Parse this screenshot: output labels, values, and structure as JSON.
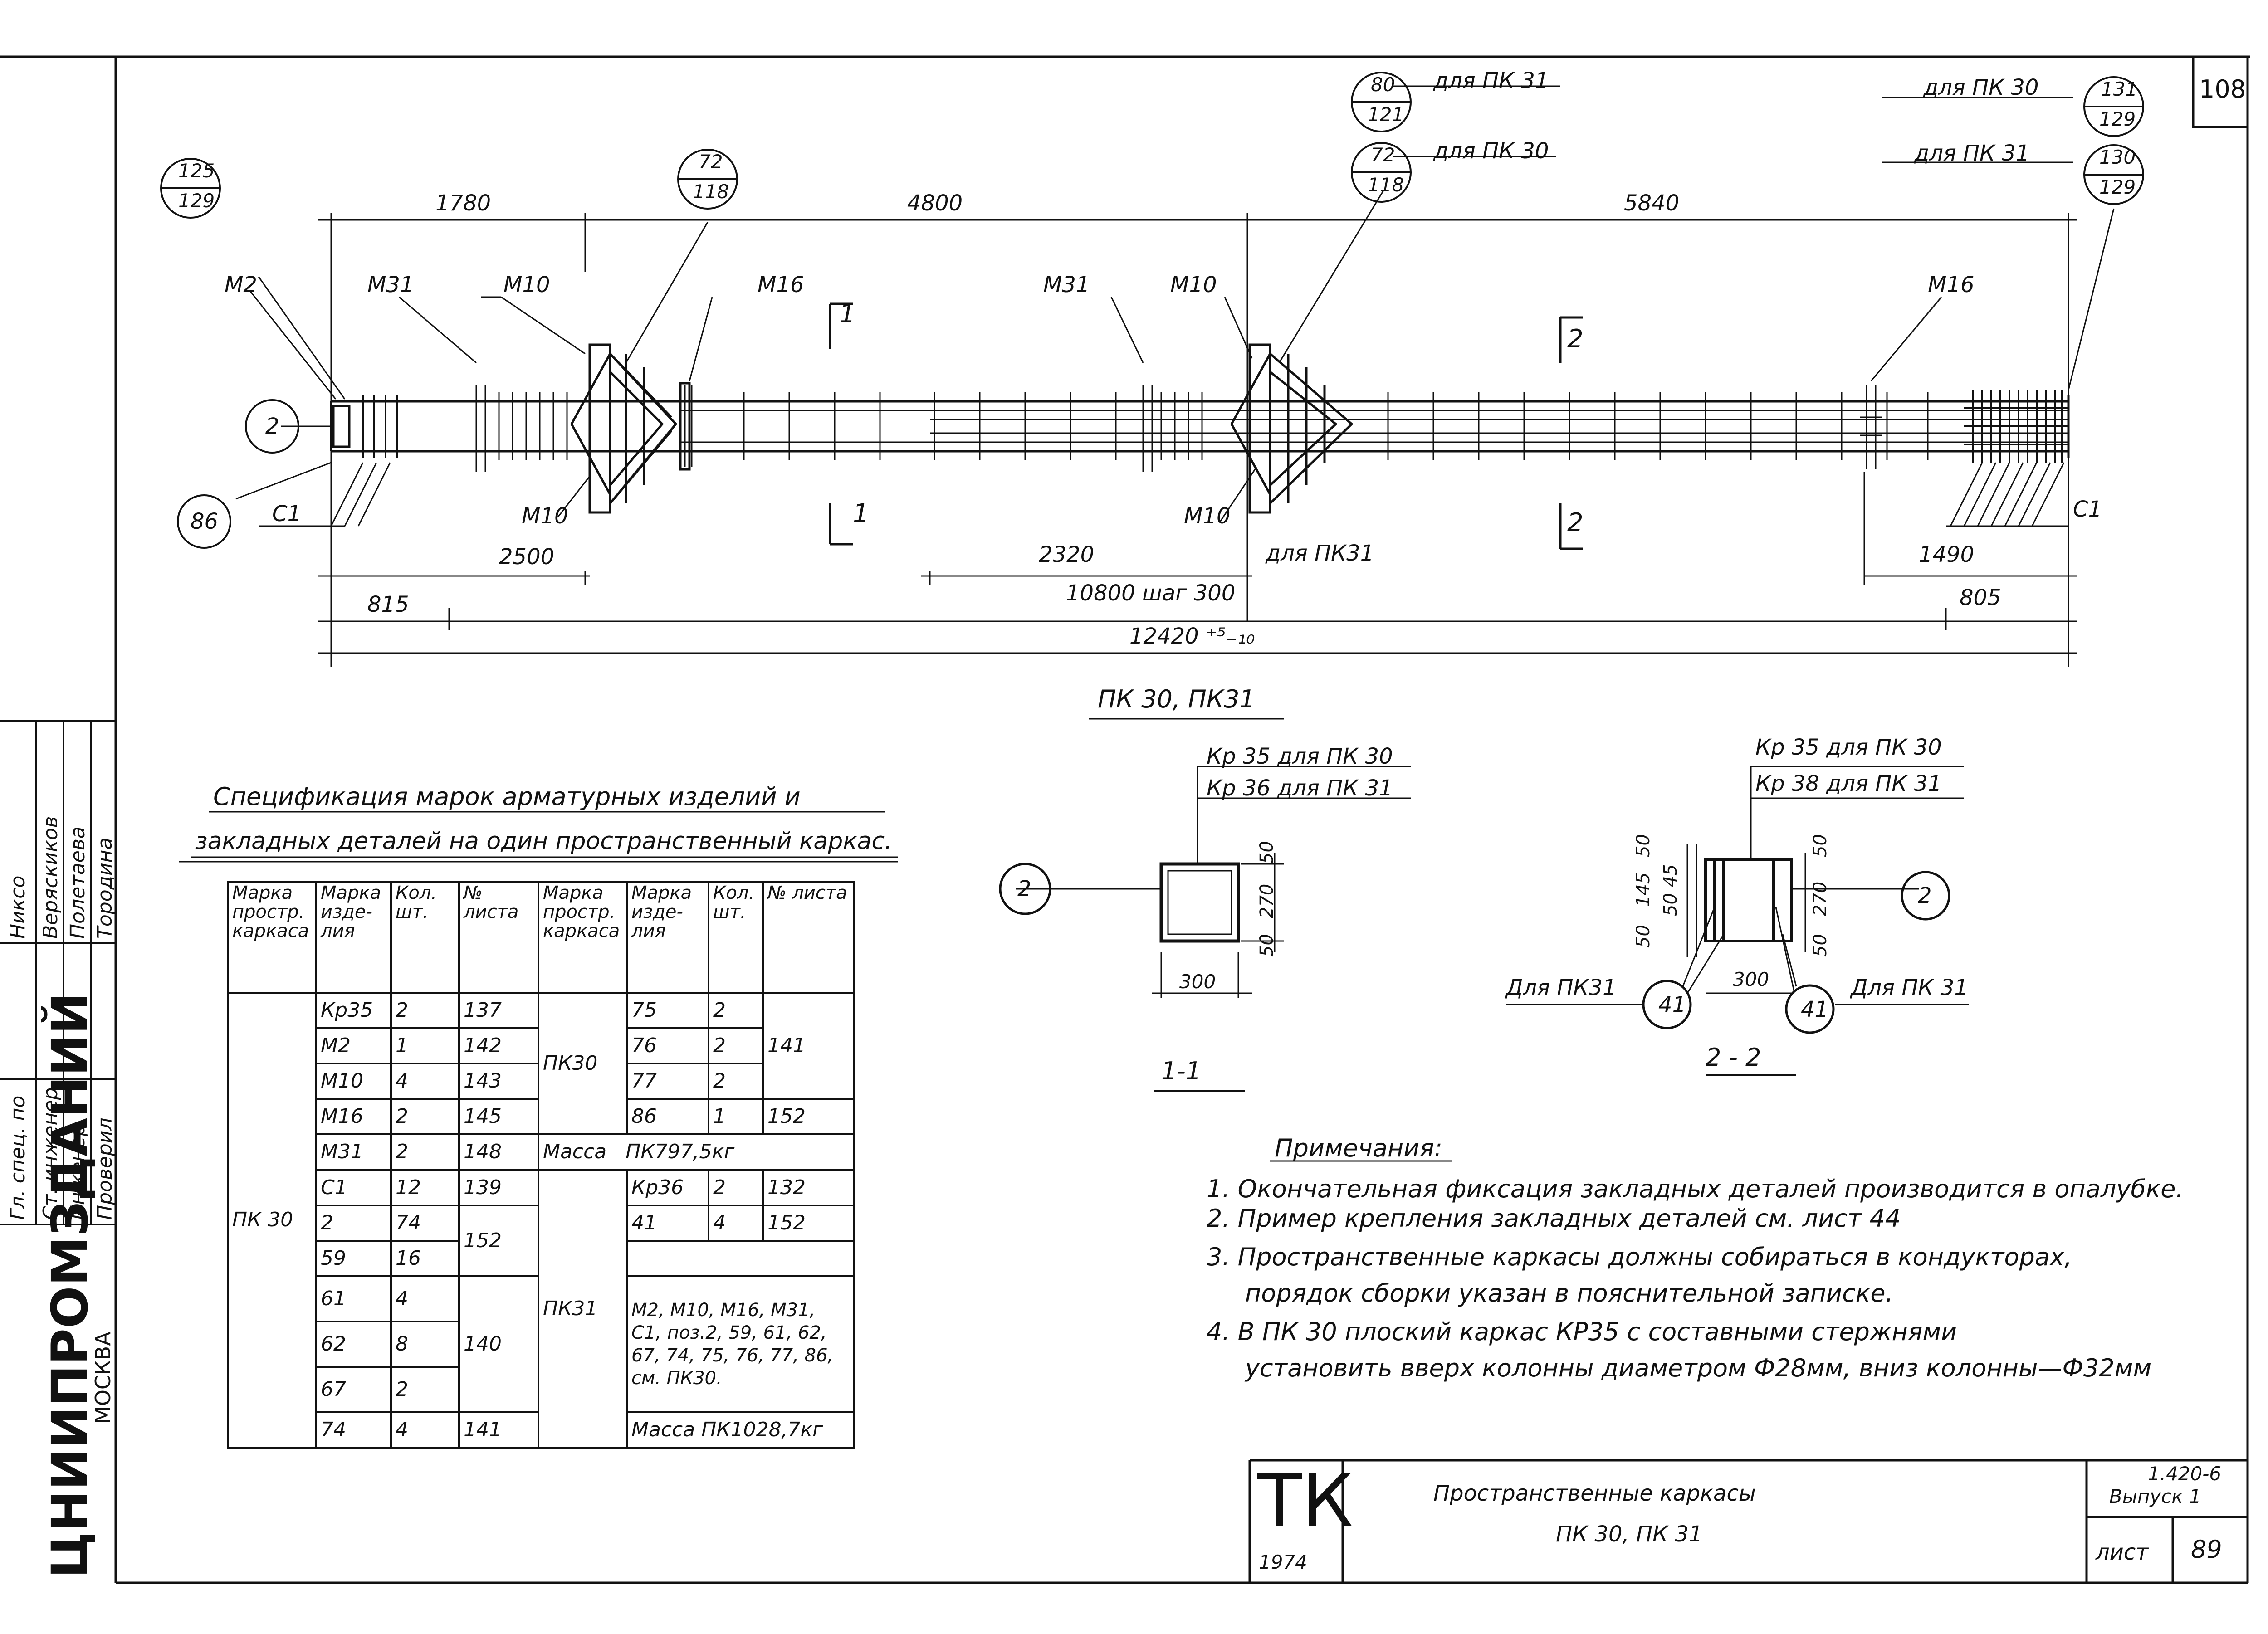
{
  "sheet": {
    "page_number": "108",
    "stamp": "ТК",
    "year": "1974",
    "title_line1": "Пространственные каркасы",
    "title_line2": "ПК 30, ПК 31",
    "series": "1.420-6",
    "issue": "Выпуск 1",
    "sheet_label": "лист",
    "sheet_number": "89"
  },
  "organization": {
    "name": "ЦНИИПРОМЗДАНИЙ",
    "city": "МОСКВА"
  },
  "signatures": {
    "rows": [
      {
        "role": "Гл. спец. по",
        "name": "Никсо"
      },
      {
        "role": "Ст. инженер",
        "name": "Веряскиков"
      },
      {
        "role": "Инженер",
        "name": "Полетаева"
      },
      {
        "role": "Проверил",
        "name": "Тородина"
      }
    ]
  },
  "elevation": {
    "callouts": [
      {
        "top": "125",
        "bottom": "129"
      },
      {
        "top": "72",
        "bottom": "118"
      },
      {
        "top": "80",
        "bottom": "121",
        "note": "для ПК 31"
      },
      {
        "top": "72",
        "bottom": "118",
        "note": "для ПК 30"
      },
      {
        "top": "131",
        "bottom": "129",
        "note": "для ПК 30"
      },
      {
        "top": "130",
        "bottom": "129",
        "note": "для ПК 31"
      }
    ],
    "markers": {
      "bar2": "2",
      "bar86": "86"
    },
    "labels": {
      "m2": "М2",
      "m31a": "М31",
      "m10a": "М10",
      "m16a": "М16",
      "m31b": "М31",
      "m10b": "М10",
      "m16b": "М16",
      "m10c": "М10",
      "m10d": "М10",
      "c1a": "С1",
      "c1b": "С1",
      "sec1": "1",
      "sec2": "2"
    },
    "dims": {
      "d1780": "1780",
      "d4800": "4800",
      "d5840": "5840",
      "d2500": "2500",
      "d2320": "2320",
      "for_pk31": "для ПК31",
      "d1490": "1490",
      "d815": "815",
      "d10800": "10800 шаг 300",
      "d805": "805",
      "d12420": "12420 ⁺⁵₋₁₀"
    },
    "caption": "ПК 30, ПК31"
  },
  "section1": {
    "title": "1-1",
    "kr35": "Кр 35 для ПК 30",
    "kr36": "Кр 36 для ПК 31",
    "bar": "2",
    "w": "300",
    "d50a": "50",
    "d270": "270",
    "d50b": "50"
  },
  "section2": {
    "title": "2 - 2",
    "kr35": "Кр 35 для ПК 30",
    "kr38": "Кр 38 для ПК 31",
    "bar": "2",
    "bar41a": "41",
    "bar41b": "41",
    "for31a": "Для ПК31",
    "for31b": "Для ПК 31",
    "w": "300",
    "d50a": "50",
    "d270": "270",
    "d50b": "50",
    "l50a": "50",
    "l145": "145",
    "l5045": "50 45",
    "l50b": "50"
  },
  "spec": {
    "title_line1": "Спецификация марок арматурных изделий и",
    "title_line2": "закладных деталей на один пространственный каркас.",
    "headers": {
      "mark_frame": "Марка простр. каркаса",
      "mark_item": "Марка изде- лия",
      "qty": "Кол. шт.",
      "sheet_no": "№ листа"
    },
    "left_frame": "ПК 30",
    "left_rows": [
      {
        "item": "Кр35",
        "qty": "2",
        "sheet": "137"
      },
      {
        "item": "М2",
        "qty": "1",
        "sheet": "142"
      },
      {
        "item": "М10",
        "qty": "4",
        "sheet": "143"
      },
      {
        "item": "М16",
        "qty": "2",
        "sheet": "145"
      },
      {
        "item": "М31",
        "qty": "2",
        "sheet": "148"
      },
      {
        "item": "С1",
        "qty": "12",
        "sheet": "139"
      },
      {
        "item": "2",
        "qty": "74",
        "sheet": "152"
      },
      {
        "item": "59",
        "qty": "16",
        "sheet": ""
      },
      {
        "item": "61",
        "qty": "4",
        "sheet": "140"
      },
      {
        "item": "62",
        "qty": "8",
        "sheet": ""
      },
      {
        "item": "67",
        "qty": "2",
        "sheet": ""
      },
      {
        "item": "74",
        "qty": "4",
        "sheet": "141"
      }
    ],
    "right_frame_a": "ПК30",
    "right_rows_a": [
      {
        "item": "75",
        "qty": "2",
        "sheet": "141"
      },
      {
        "item": "76",
        "qty": "2",
        "sheet": ""
      },
      {
        "item": "77",
        "qty": "2",
        "sheet": ""
      },
      {
        "item": "86",
        "qty": "1",
        "sheet": "152"
      }
    ],
    "mass_a_label": "Масса",
    "mass_a_value": "ПК797,5кг",
    "right_frame_b": "ПК31",
    "right_rows_b": [
      {
        "item": "Кр36",
        "qty": "2",
        "sheet": "132"
      },
      {
        "item": "41",
        "qty": "4",
        "sheet": "152"
      }
    ],
    "composite": "М2, М10, М16, М31, С1, поз.2, 59, 61, 62, 67, 74, 75, 76, 77, 86, см. ПК30.",
    "mass_b": "Масса ПК1028,7кг"
  },
  "notes": {
    "title": "Примечания:",
    "items": [
      "1. Окончательная фиксация закладных деталей производится в опалубке.",
      "2. Пример крепления закладных деталей см. лист 44",
      "3. Пространственные каркасы должны собираться в кондукторах,",
      "порядок сборки указан в пояснительной записке.",
      "4. В ПК 30 плоский каркас КР35 с составными стержнями",
      "установить вверх колонны диаметром Ф28мм, вниз колонны—Ф32мм"
    ]
  }
}
